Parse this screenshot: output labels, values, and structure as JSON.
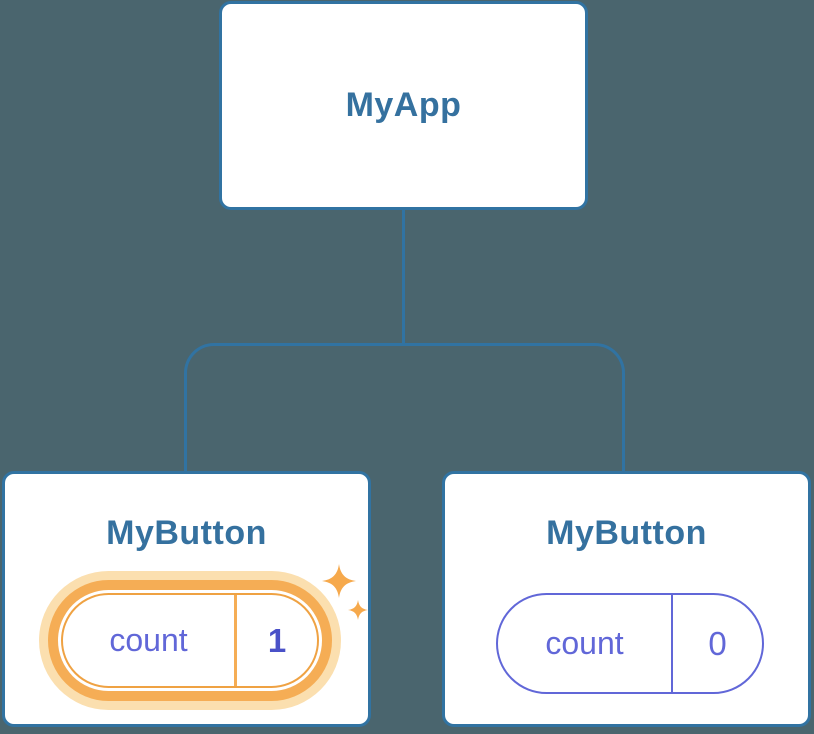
{
  "diagram": {
    "root": {
      "label": "MyApp"
    },
    "children": [
      {
        "label": "MyButton",
        "highlighted": true,
        "state": {
          "name": "count",
          "value": "1"
        }
      },
      {
        "label": "MyButton",
        "highlighted": false,
        "state": {
          "name": "count",
          "value": "0"
        }
      }
    ]
  },
  "icons": {
    "sparkles": "sparkles-icon"
  },
  "colors": {
    "bg": "#4A656E",
    "line": "#3173A2",
    "node-text": "#35719F",
    "indigo": "#6167D8",
    "indigo-dark": "#4A51C8",
    "orange": "#EFA243",
    "orange-ring": "#F5AD55",
    "orange-glow": "#FBDFAF",
    "sparkle": "#F6A94C"
  }
}
